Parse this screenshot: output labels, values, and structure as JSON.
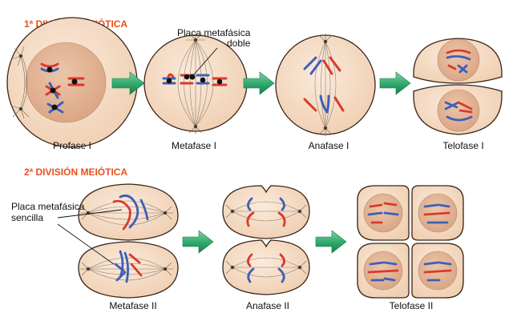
{
  "colors": {
    "heading": "#e8501e",
    "cell_fill": "#f6dcc4",
    "cell_stroke": "#3a2418",
    "nucleus_fill": "#e2b597",
    "red_chromatid": "#d93a2b",
    "blue_chromatid": "#3e5fb8",
    "arrow_fill": "#2fa86a",
    "arrow_dark": "#1c7c49"
  },
  "headings": {
    "meiosis1": "1ª DIVISIÓN MEIÓTICA",
    "meiosis2": "2ª DIVISIÓN MEIÓTICA"
  },
  "callouts": {
    "double_plate_line1": "Placa metafásica",
    "double_plate_line2": "doble",
    "single_plate_line1": "Placa metafásica",
    "single_plate_line2": "sencilla"
  },
  "stages": {
    "profase1": "Profase I",
    "metafase1": "Metafase I",
    "anafase1": "Anafase I",
    "telofase1": "Telofase I",
    "metafase2": "Metafase II",
    "anafase2": "Anafase II",
    "telofase2": "Telofase II"
  },
  "icons": [
    "green-arrow-icon",
    "centrosome-aster-icon",
    "chromosome-icon"
  ]
}
